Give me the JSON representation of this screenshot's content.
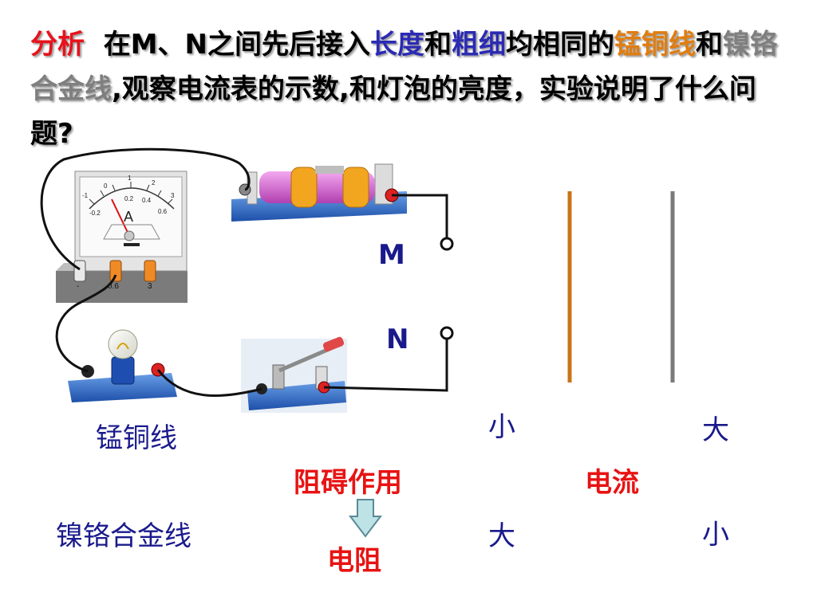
{
  "title": {
    "lead": "分析",
    "p1": "在M、N之间先后接入",
    "length": "长度",
    "and1": "和",
    "thickness": "粗细",
    "p2": "均相同的",
    "wire_a": "锰铜线",
    "and2": "和",
    "wire_b": "镍铬合金线",
    "p3": ",观察电流表的示数,和灯泡的亮度，实验说明了什么问题?"
  },
  "terminals": {
    "m": "M",
    "n": "N"
  },
  "ammeter": {
    "unit": "A",
    "scale_labels": [
      "-1",
      "-0.2",
      "0",
      "0.2",
      "0.4",
      "0.6",
      "1",
      "2",
      "3"
    ],
    "terminal_labels": [
      "-",
      "0.6",
      "3"
    ]
  },
  "comparison": {
    "row1_label": "锰铜线",
    "row2_label": "镍铬合金线",
    "col1_header": "阻碍作用",
    "col2_header": "电流",
    "row1_col1": "小",
    "row1_col2": "大",
    "row2_col1": "大",
    "row2_col2": "小",
    "conclusion": "电阻"
  },
  "colors": {
    "manganin_wire": "#c8731b",
    "nichrome_wire": "#7a7a7a",
    "accent_red": "#e8121b",
    "text_blue": "#1a1a8c"
  }
}
